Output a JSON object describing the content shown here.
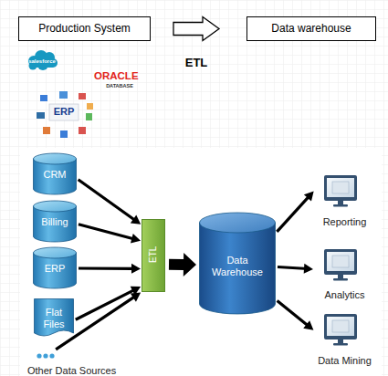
{
  "diagram": {
    "nodes": [
      {
        "text": [
          "Production System"
        ]
      },
      {
        "text": [
          "Data warehouse"
        ]
      },
      {
        "text": [
          "CRM"
        ]
      },
      {
        "text": [
          "Billing"
        ]
      },
      {
        "text": [
          "ERP"
        ]
      },
      {
        "text": [
          "Flat Files"
        ]
      },
      {
        "text": [
          "Other Data Sources"
        ]
      },
      {
        "text": [
          "ETL"
        ]
      },
      {
        "text": [
          "Data Warehouse"
        ]
      },
      {
        "text": [
          "Reporting"
        ]
      },
      {
        "text": [
          "Analytics"
        ]
      },
      {
        "text": [
          "Data Mining"
        ]
      }
    ],
    "edges": [
      {
        "from": 0,
        "to": 1,
        "arrow": "to",
        "label": "ETL"
      },
      {
        "from": 2,
        "to": 7,
        "arrow": "to"
      },
      {
        "from": 3,
        "to": 7,
        "arrow": "to"
      },
      {
        "from": 4,
        "to": 7,
        "arrow": "to"
      },
      {
        "from": 5,
        "to": 7,
        "arrow": "to"
      },
      {
        "from": 6,
        "to": 7,
        "arrow": "to"
      },
      {
        "from": 7,
        "to": 8,
        "arrow": "to"
      },
      {
        "from": 8,
        "to": 9,
        "arrow": "to"
      },
      {
        "from": 8,
        "to": 10,
        "arrow": "to"
      },
      {
        "from": 8,
        "to": 11,
        "arrow": "to"
      }
    ],
    "labels": [
      "salesforce",
      "ORACLE",
      "DATABASE",
      "ERP"
    ]
  }
}
